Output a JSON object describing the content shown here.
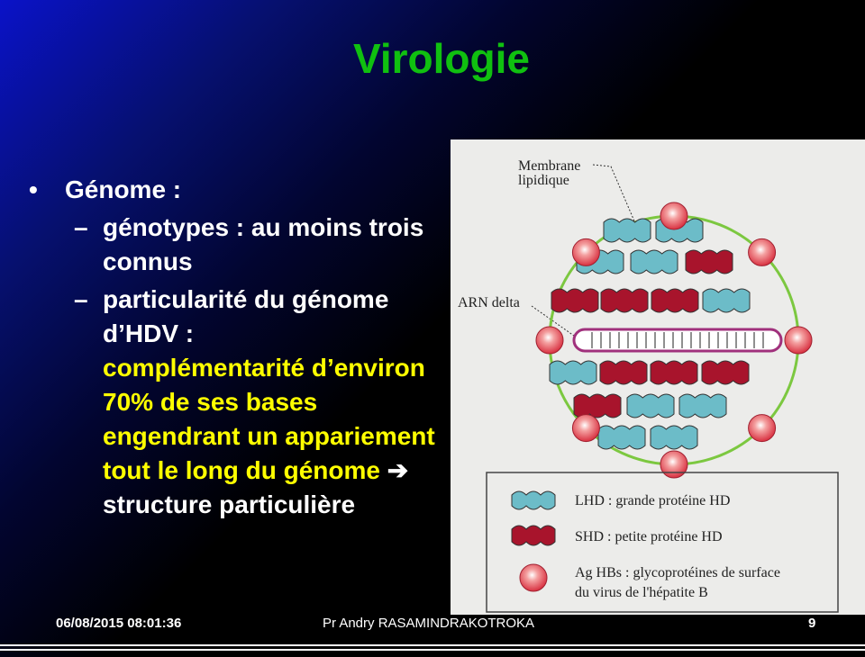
{
  "title": "Virologie",
  "bullet": {
    "label": "Génome :",
    "subs": [
      {
        "text": "génotypes : au moins trois connus"
      },
      {
        "text_plain": "particularité du génome d’HDV :",
        "text_highlight": "complémentarité d’environ 70% de ses bases engendrant un appariement tout le long du génome",
        "arrow": "➔",
        "text_after": "structure particulière"
      }
    ]
  },
  "figure": {
    "membrane_label_1": "Membrane",
    "membrane_label_2": "lipidique",
    "arn_label": "ARN delta",
    "legend": [
      {
        "text": "LHD : grande protéine HD"
      },
      {
        "text": "SHD : petite protéine HD"
      },
      {
        "text_1": "Ag HBs : glycoprotéines de surface",
        "text_2": "du virus de l'hépatite B"
      }
    ],
    "colors": {
      "lhd": "#6cbcc8",
      "shd": "#a8142c",
      "membrane": "#7cc840",
      "arn": "#a0307c"
    }
  },
  "footer": {
    "date": "06/08/2015 08:01:36",
    "author": "Pr Andry RASAMINDRAKOTROKA",
    "page": "9"
  }
}
